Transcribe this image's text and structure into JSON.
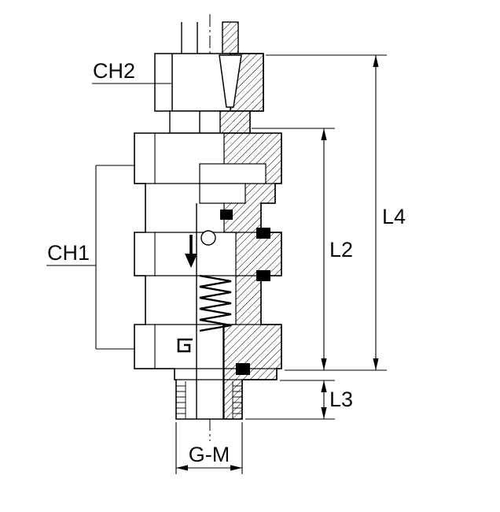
{
  "drawing": {
    "labels": {
      "ch2": "CH2",
      "ch1": "CH1",
      "l4": "L4",
      "l2": "L2",
      "l3": "L3",
      "gm": "G-M"
    },
    "colors": {
      "line": "#000000",
      "background": "#ffffff",
      "seal_fill": "#000000"
    }
  }
}
